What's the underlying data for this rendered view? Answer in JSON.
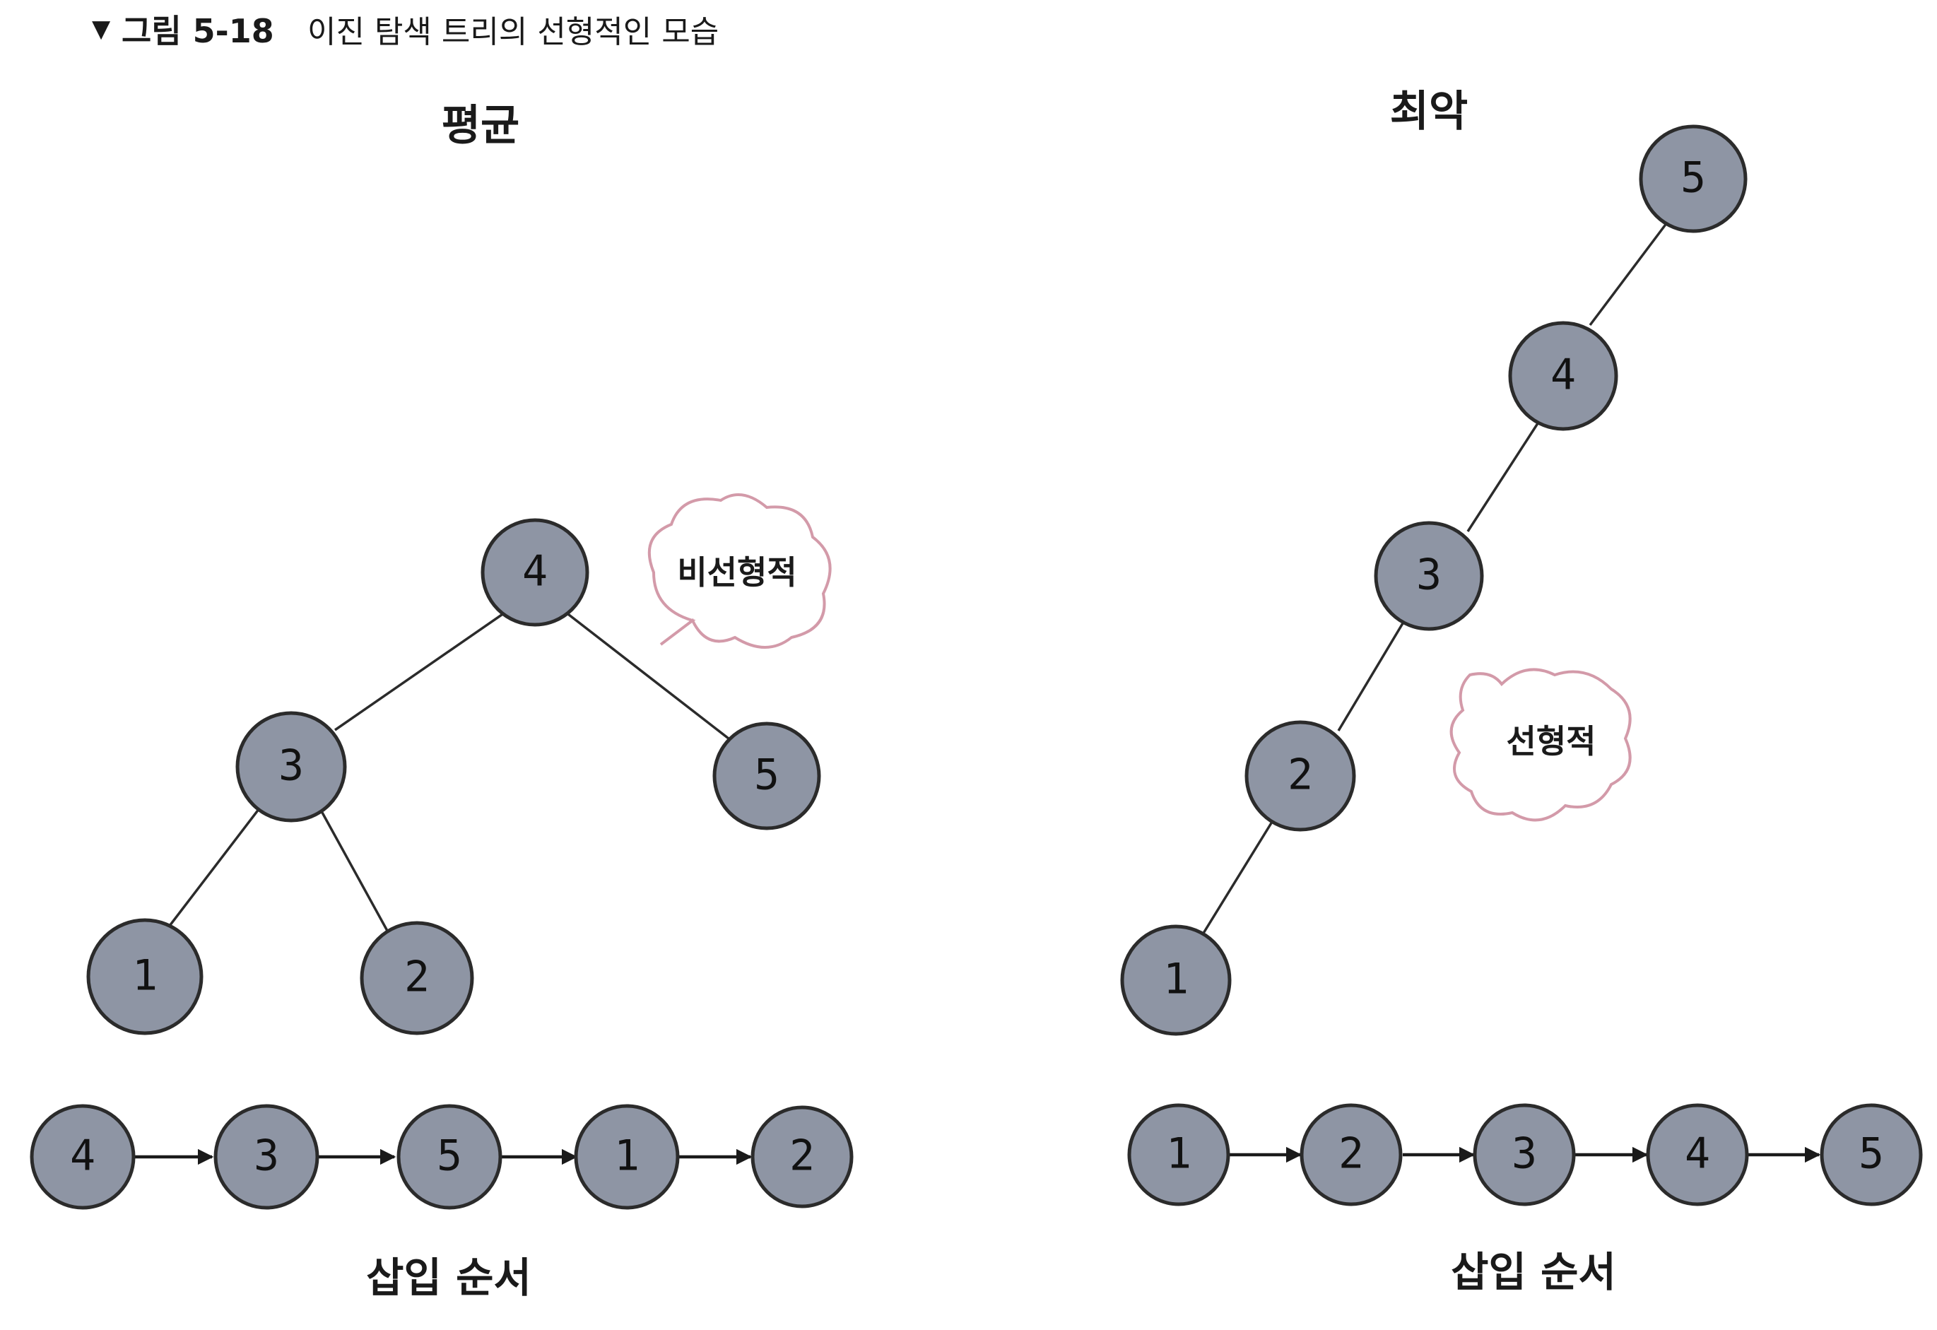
{
  "caption": {
    "marker": "▼",
    "label": "그림 5-18",
    "text": "이진 탐색 트리의 선형적인 모습"
  },
  "panels": [
    {
      "title": "평균",
      "bubble": "비선형적",
      "order_label": "삽입 순서",
      "insertion_order": [
        "4",
        "3",
        "5",
        "1",
        "2"
      ],
      "tree": {
        "nodes": [
          "4",
          "3",
          "5",
          "1",
          "2"
        ],
        "edges": [
          [
            "4",
            "3"
          ],
          [
            "4",
            "5"
          ],
          [
            "3",
            "1"
          ],
          [
            "3",
            "2"
          ]
        ]
      }
    },
    {
      "title": "최악",
      "bubble": "선형적",
      "order_label": "삽입 순서",
      "insertion_order": [
        "1",
        "2",
        "3",
        "4",
        "5"
      ],
      "tree": {
        "nodes": [
          "5",
          "4",
          "3",
          "2",
          "1"
        ],
        "edges": [
          [
            "5",
            "4"
          ],
          [
            "4",
            "3"
          ],
          [
            "3",
            "2"
          ],
          [
            "2",
            "1"
          ]
        ]
      }
    }
  ],
  "colors": {
    "node_fill": "#8e95a4",
    "node_stroke": "#2b2b2b",
    "bubble_stroke": "#d39aa9"
  }
}
